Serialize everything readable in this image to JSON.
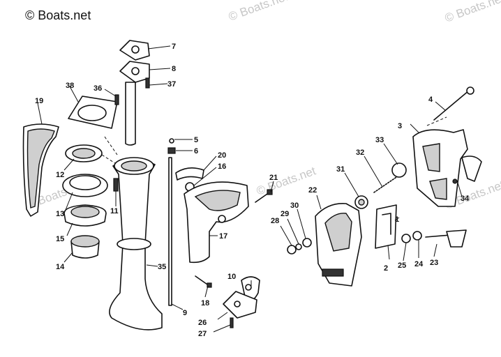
{
  "watermark": {
    "main": "© Boats.net",
    "faint_1": "© Boats.net",
    "faint_2": "© Boats.net",
    "faint_3": "© Boats.net",
    "faint_4": "© Boats.net",
    "faint_5": "© Boats.net"
  },
  "callouts": {
    "c1": "1",
    "c2": "2",
    "c3": "3",
    "c4": "4",
    "c5": "5",
    "c6": "6",
    "c7": "7",
    "c8": "8",
    "c9": "9",
    "c10": "10",
    "c11": "11",
    "c12": "12",
    "c13": "13",
    "c14": "14",
    "c15": "15",
    "c16": "16",
    "c17": "17",
    "c18": "18",
    "c19": "19",
    "c20": "20",
    "c21": "21",
    "c22": "22",
    "c23": "23",
    "c24": "24",
    "c25": "25",
    "c26": "26",
    "c27": "27",
    "c28": "28",
    "c29": "29",
    "c30": "30",
    "c31": "31",
    "c32": "32",
    "c33": "33",
    "c34": "34",
    "c35": "35",
    "c36": "36",
    "c37": "37",
    "c38": "38"
  },
  "colors": {
    "ink": "#111111",
    "watermark": "#c7c7c7",
    "background": "#ffffff"
  }
}
